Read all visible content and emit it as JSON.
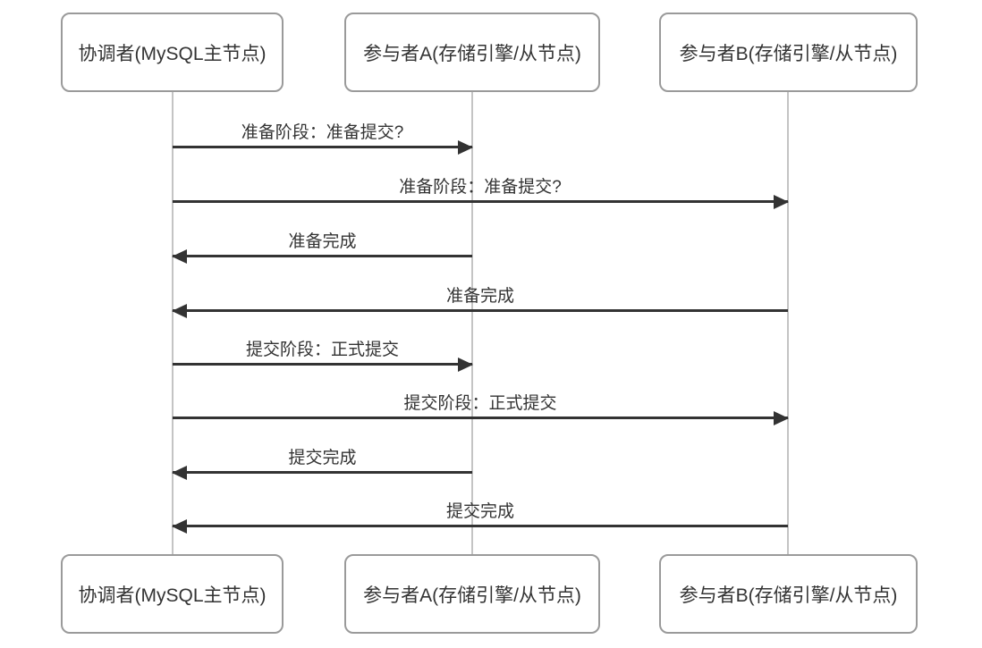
{
  "diagram": {
    "type": "sequence-diagram",
    "actors": [
      {
        "id": "coordinator",
        "label": "协调者(MySQL主节点)"
      },
      {
        "id": "participant_a",
        "label": "参与者A(存储引擎/从节点)"
      },
      {
        "id": "participant_b",
        "label": "参与者B(存储引擎/从节点)"
      }
    ],
    "messages": [
      {
        "from": "coordinator",
        "to": "participant_a",
        "direction": "right",
        "label": "准备阶段：准备提交?"
      },
      {
        "from": "coordinator",
        "to": "participant_b",
        "direction": "right",
        "label": "准备阶段：准备提交?"
      },
      {
        "from": "participant_a",
        "to": "coordinator",
        "direction": "left",
        "label": "准备完成"
      },
      {
        "from": "participant_b",
        "to": "coordinator",
        "direction": "left",
        "label": "准备完成"
      },
      {
        "from": "coordinator",
        "to": "participant_a",
        "direction": "right",
        "label": "提交阶段：正式提交"
      },
      {
        "from": "coordinator",
        "to": "participant_b",
        "direction": "right",
        "label": "提交阶段：正式提交"
      },
      {
        "from": "participant_a",
        "to": "coordinator",
        "direction": "left",
        "label": "提交完成"
      },
      {
        "from": "participant_b",
        "to": "coordinator",
        "direction": "left",
        "label": "提交完成"
      }
    ],
    "colors": {
      "background": "#ffffff",
      "box_border": "#9a9a9a",
      "box_fill": "#ffffff",
      "lifeline": "#c4c4c4",
      "arrow": "#333333",
      "text": "#333333"
    }
  }
}
